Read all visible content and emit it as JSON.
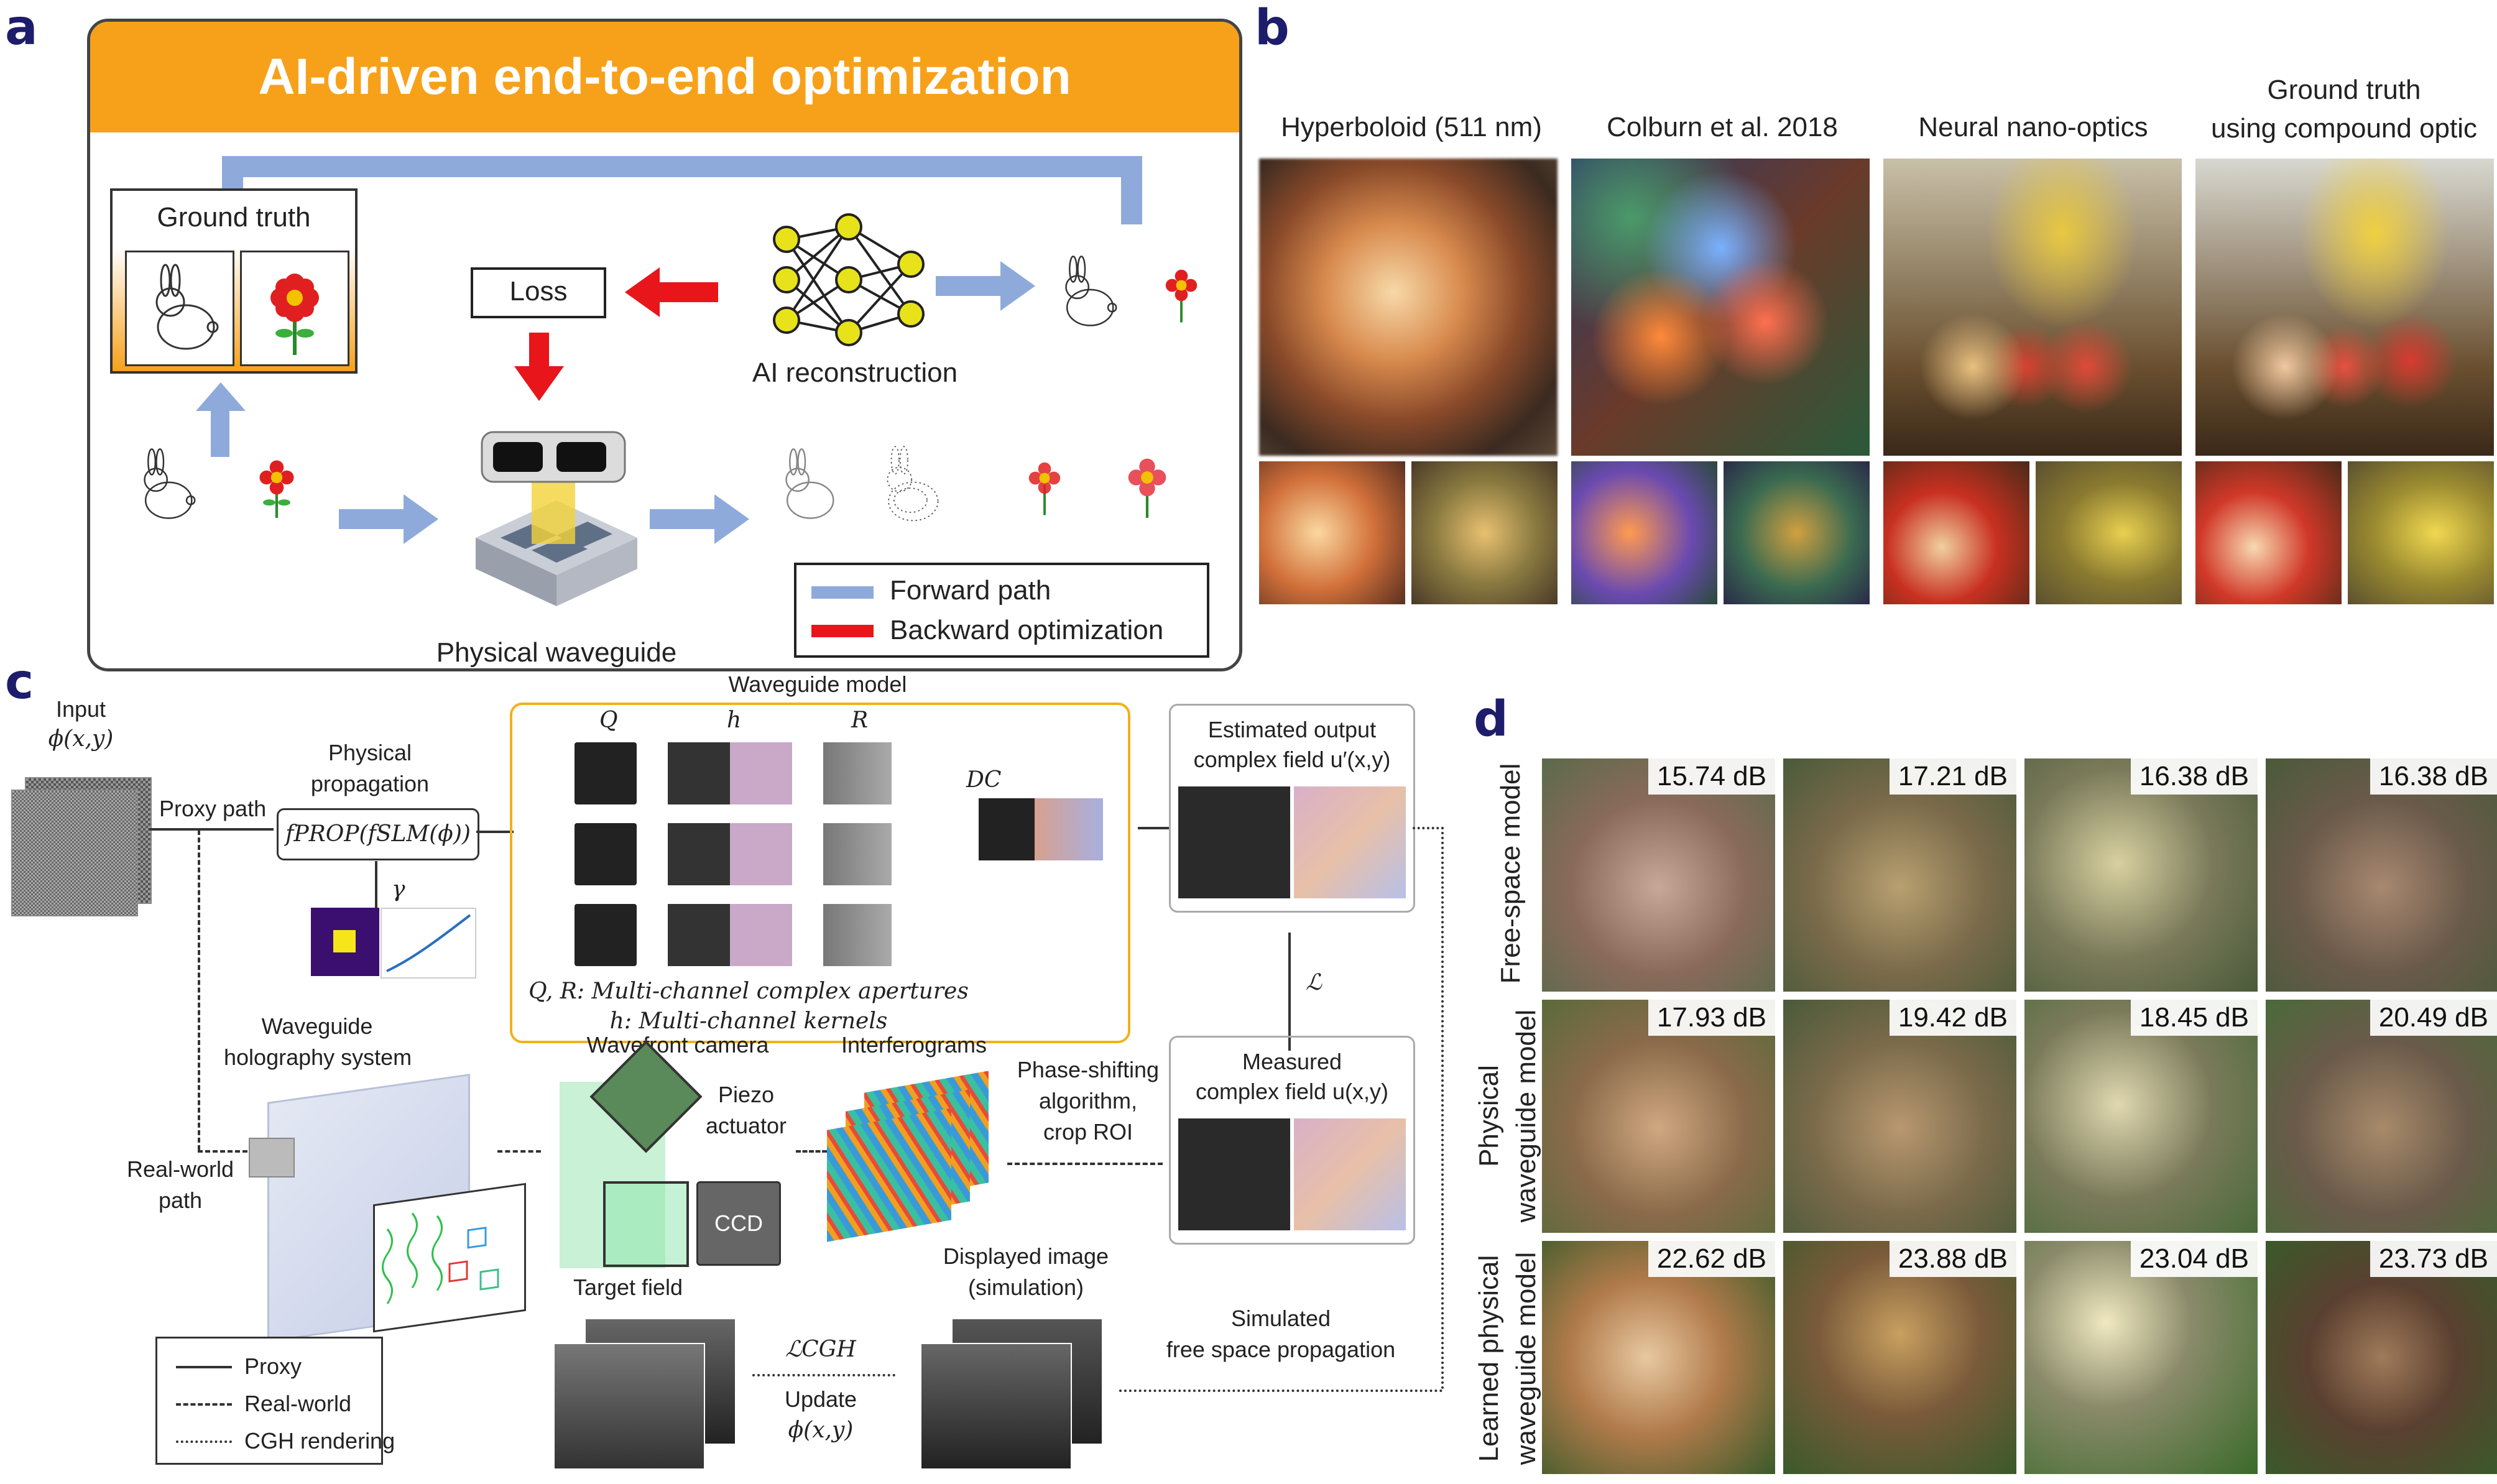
{
  "panel_labels": {
    "a": "a",
    "b": "b",
    "c": "c",
    "d": "d"
  },
  "panel_a": {
    "title": "AI-driven end-to-end optimization",
    "ground_truth": "Ground truth",
    "loss": "Loss",
    "ai_reconstruction": "AI reconstruction",
    "physical_waveguide": "Physical waveguide",
    "legend": {
      "forward": "Forward path",
      "backward": "Backward optimization"
    },
    "colors": {
      "header": "#f7a11a",
      "forward": "#8eaadb",
      "backward": "#e8151b"
    }
  },
  "panel_b": {
    "columns": [
      {
        "label": "Hyperboloid (511 nm)"
      },
      {
        "label": "Colburn et al. 2018"
      },
      {
        "label": "Neural nano-optics"
      },
      {
        "label_line1": "Ground truth",
        "label_line2": "using compound optic"
      }
    ]
  },
  "panel_c": {
    "input_label": "Input",
    "input_symbol": "ϕ(x,y)",
    "proxy_path": "Proxy path",
    "physical_propagation": [
      "Physical",
      "propagation"
    ],
    "fprop": "fPROP(fSLM(ϕ))",
    "gamma": "γ",
    "waveguide_model": "Waveguide model",
    "q": "Q",
    "h": "h",
    "r": "R",
    "dc": "DC",
    "qr_caption": "Q, R: Multi-channel complex apertures",
    "h_caption": "h: Multi-channel kernels",
    "estimated_output": [
      "Estimated output",
      "complex field u′(x,y)"
    ],
    "loss_symbol": "ℒ",
    "measured": [
      "Measured",
      "complex field u(x,y)"
    ],
    "waveguide_system": [
      "Waveguide",
      "holography system"
    ],
    "real_world_path": [
      "Real-world",
      "path"
    ],
    "wavefront_camera": "Wavefront camera",
    "piezo": [
      "Piezo",
      "actuator"
    ],
    "ccd": "CCD",
    "interferograms": "Interferograms",
    "phase_shifting": [
      "Phase-shifting",
      "algorithm,",
      "crop ROI"
    ],
    "target_field": "Target field",
    "displayed_image": [
      "Displayed image",
      "(simulation)"
    ],
    "lcgh": "ℒCGH",
    "update": [
      "Update",
      "ϕ(x,y)"
    ],
    "simulated": [
      "Simulated",
      "free space propagation"
    ],
    "legend": {
      "proxy": "Proxy",
      "real_world": "Real-world",
      "cgh": "CGH rendering"
    }
  },
  "panel_d": {
    "rows": [
      {
        "label": [
          "Free-space model"
        ],
        "psnr": [
          "15.74 dB",
          "17.21 dB",
          "16.38 dB",
          "16.38 dB"
        ]
      },
      {
        "label": [
          "Physical",
          "waveguide model"
        ],
        "psnr": [
          "17.93 dB",
          "19.42 dB",
          "18.45 dB",
          "20.49 dB"
        ]
      },
      {
        "label": [
          "Learned physical",
          "waveguide model"
        ],
        "psnr": [
          "22.62 dB",
          "23.88 dB",
          "23.04 dB",
          "23.73 dB"
        ]
      }
    ]
  }
}
